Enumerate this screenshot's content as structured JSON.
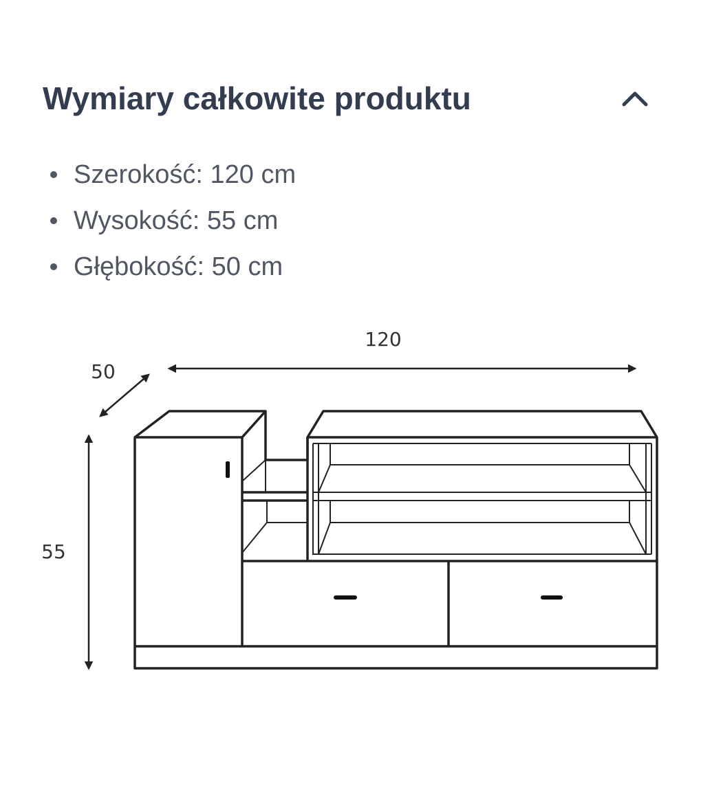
{
  "section": {
    "title": "Wymiary całkowite produktu",
    "toggle_icon": "chevron-up-icon",
    "expanded": true
  },
  "dimensions": [
    {
      "text": "Szerokość: 120 cm"
    },
    {
      "text": "Wysokość: 55 cm"
    },
    {
      "text": "Głębokość: 50 cm"
    }
  ],
  "drawing": {
    "width_label": "120",
    "depth_label": "50",
    "height_label": "55"
  },
  "colors": {
    "title": "#333d4f",
    "list_text": "#505662",
    "drawing_stroke": "#222222"
  }
}
